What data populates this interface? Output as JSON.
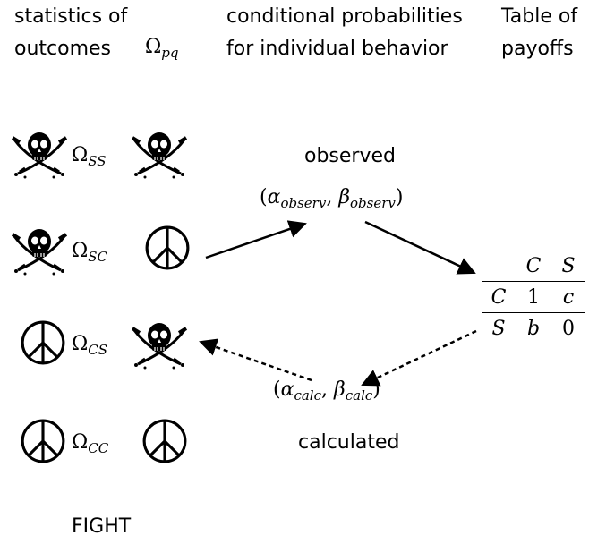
{
  "header": {
    "col1_line1": "statistics of",
    "col1_line2": "outcomes",
    "col1_symbol": "Ω",
    "col1_symbol_sub": "pq",
    "col2_line1": "conditional probabilities",
    "col2_line2": "for individual behavior",
    "col3_line1": "Table of",
    "col3_line2": "payoffs"
  },
  "outcomes": [
    {
      "symbol": "Ω",
      "sub": "SS",
      "left": "pirate-skull-icon",
      "right": "pirate-skull-icon"
    },
    {
      "symbol": "Ω",
      "sub": "SC",
      "left": "pirate-skull-icon",
      "right": "peace-icon"
    },
    {
      "symbol": "Ω",
      "sub": "CS",
      "left": "peace-icon",
      "right": "pirate-skull-icon"
    },
    {
      "symbol": "Ω",
      "sub": "CC",
      "left": "peace-icon",
      "right": "peace-icon"
    }
  ],
  "observed": {
    "label": "observed",
    "alpha": "α",
    "alpha_sub": "observ",
    "beta": "β",
    "beta_sub": "observ"
  },
  "calculated": {
    "label": "calculated",
    "alpha": "α",
    "alpha_sub": "calc",
    "beta": "β",
    "beta_sub": "calc"
  },
  "payoff_table": {
    "col_headers": [
      "",
      "C",
      "S"
    ],
    "rows": [
      {
        "label": "C",
        "values": [
          "1",
          "c"
        ]
      },
      {
        "label": "S",
        "values": [
          "b",
          "0"
        ]
      }
    ]
  },
  "footer": {
    "label": "FIGHT"
  }
}
